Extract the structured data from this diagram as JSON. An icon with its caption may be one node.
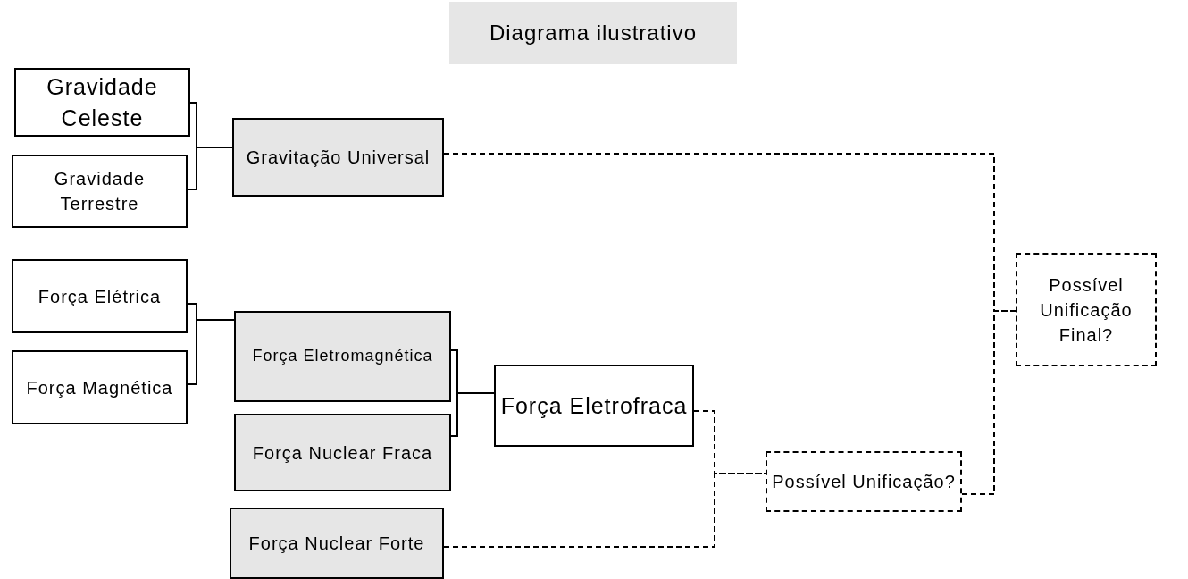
{
  "diagram": {
    "title": "Diagrama ilustrativo",
    "nodes": [
      {
        "text": [
          "Gravidade Celeste"
        ]
      },
      {
        "text": [
          "Gravidade Terrestre"
        ]
      },
      {
        "text": [
          "Gravitação Universal"
        ]
      },
      {
        "text": [
          "Força Elétrica"
        ]
      },
      {
        "text": [
          "Força Magnética"
        ]
      },
      {
        "text": [
          "Força Eletromagnética"
        ]
      },
      {
        "text": [
          "Força Nuclear Fraca"
        ]
      },
      {
        "text": [
          "Força Eletrofraca"
        ]
      },
      {
        "text": [
          "Força Nuclear Forte"
        ]
      },
      {
        "text": [
          "Possível Unificação?"
        ]
      },
      {
        "text": [
          "Possível Unificação Final?"
        ]
      }
    ],
    "edges": [
      {
        "from": 0,
        "to": 2,
        "arrow": "none"
      },
      {
        "from": 1,
        "to": 2,
        "arrow": "none"
      },
      {
        "from": 3,
        "to": 5,
        "arrow": "none"
      },
      {
        "from": 4,
        "to": 5,
        "arrow": "none"
      },
      {
        "from": 5,
        "to": 7,
        "arrow": "none"
      },
      {
        "from": 6,
        "to": 7,
        "arrow": "none"
      },
      {
        "from": 7,
        "to": 9,
        "arrow": "none",
        "style": "dashed"
      },
      {
        "from": 8,
        "to": 9,
        "arrow": "none",
        "style": "dashed"
      },
      {
        "from": 2,
        "to": 10,
        "arrow": "none",
        "style": "dashed"
      },
      {
        "from": 9,
        "to": 10,
        "arrow": "none",
        "style": "dashed"
      }
    ]
  }
}
